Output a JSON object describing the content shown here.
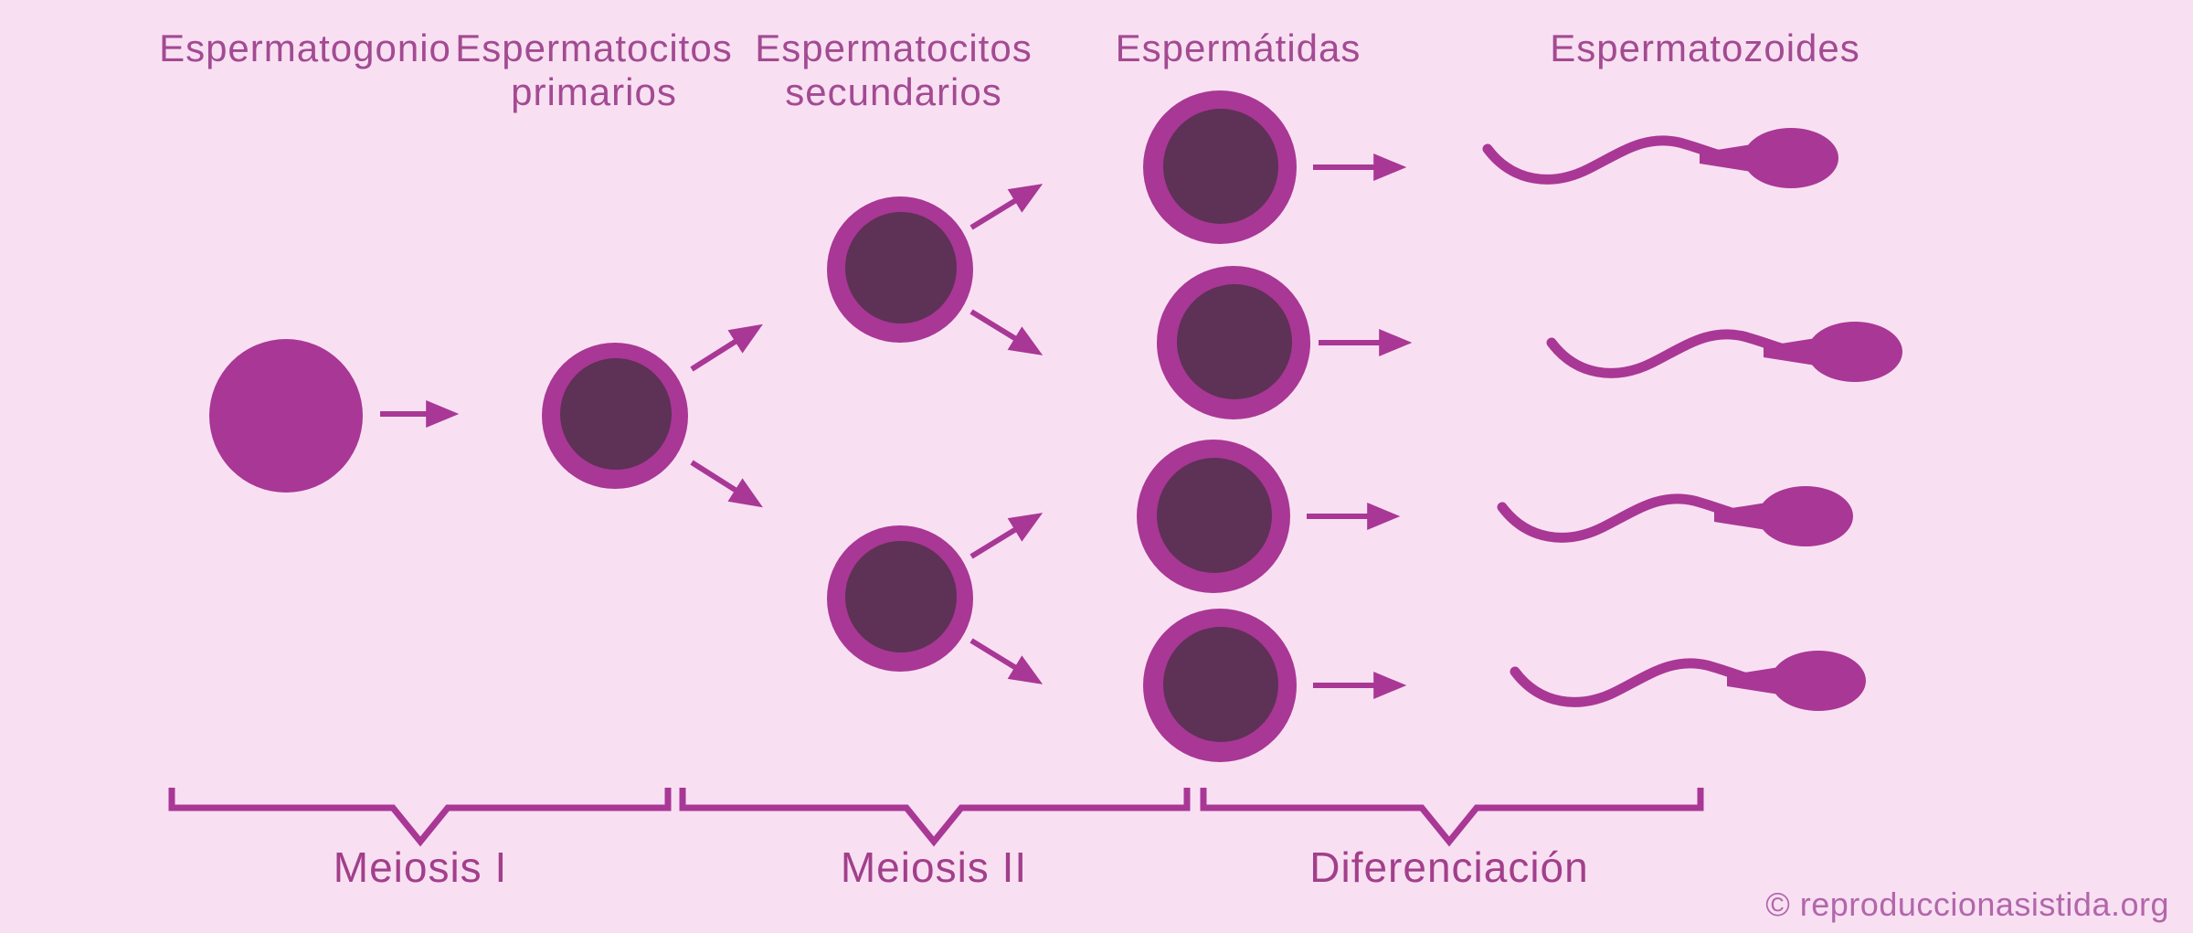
{
  "colors": {
    "background": "#f8e0f2",
    "shape": "#a93795",
    "nucleus": "#5e3156",
    "label-text": "#a34a92",
    "phase-text": "#a23f8b",
    "watermark-text": "#b266ab"
  },
  "stages": [
    {
      "name": "espermatogonio",
      "lines": [
        "Espermatogonio"
      ]
    },
    {
      "name": "espermatocitos-primarios",
      "lines": [
        "Espermatocitos",
        "primarios"
      ]
    },
    {
      "name": "espermatocitos-secundarios",
      "lines": [
        "Espermatocitos",
        "secundarios"
      ]
    },
    {
      "name": "espermatidas",
      "lines": [
        "Espermátidas"
      ]
    },
    {
      "name": "espermatozoides",
      "lines": [
        "Espermatozoides"
      ]
    }
  ],
  "phases": [
    {
      "name": "meiosis-1",
      "label": "Meiosis I"
    },
    {
      "name": "meiosis-2",
      "label": "Meiosis II"
    },
    {
      "name": "diferenciacion",
      "label": "Diferenciación"
    }
  ],
  "watermark": {
    "text": "© reproduccionasistida.org"
  }
}
